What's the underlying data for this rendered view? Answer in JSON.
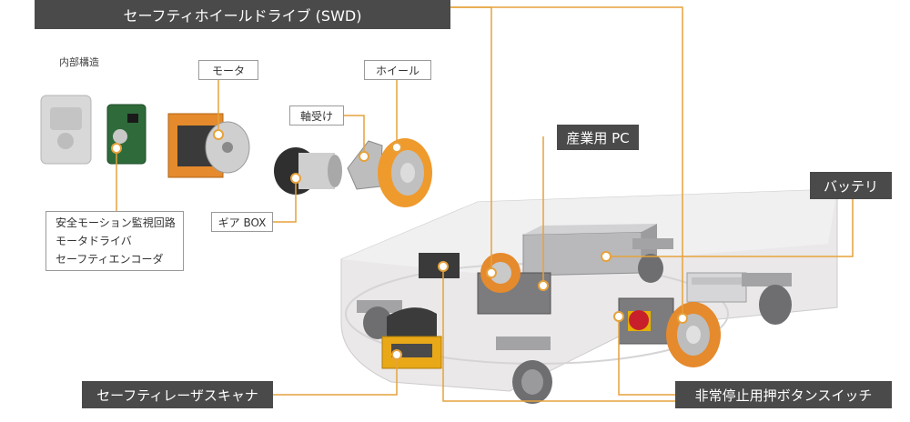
{
  "title": "セーフティホイールドライブ (SWD)",
  "internal_heading": "内部構造",
  "labels": {
    "motor": "モータ",
    "wheel": "ホイール",
    "bearing": "軸受け",
    "gearbox": "ギア BOX",
    "industrial_pc": "産業用 PC",
    "battery": "バッテリ",
    "scanner": "セーフティレーザスキャナ",
    "estop": "非常停止用押ボタンスイッチ"
  },
  "internal_items": [
    "安全モーション監視回路",
    "モータドライバ",
    "セーフティエンコーダ"
  ],
  "colors": {
    "leader_line": "#e6a23c",
    "dark_label_bg": "#4a4a4a",
    "accent_orange": "#f0a030"
  }
}
